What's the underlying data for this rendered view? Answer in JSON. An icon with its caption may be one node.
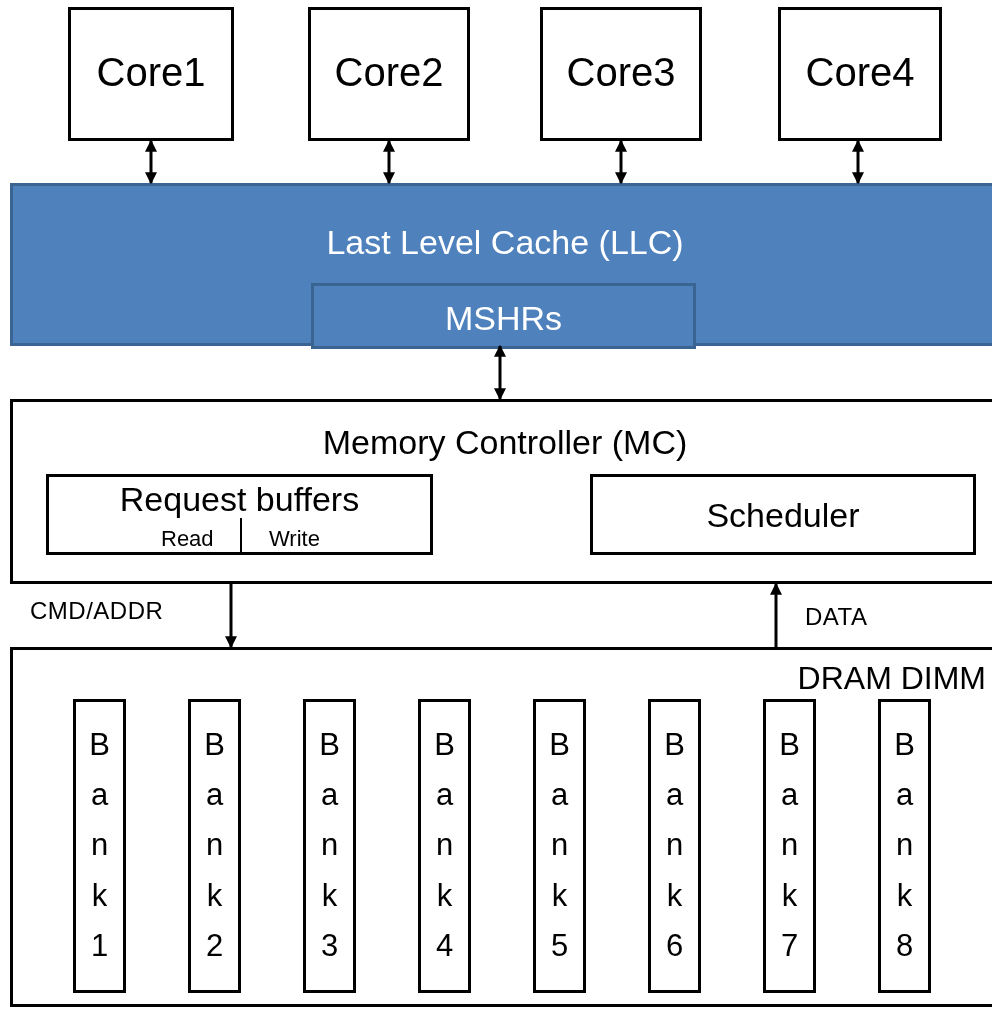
{
  "diagram": {
    "nodes": [
      {
        "text": [
          "Core1"
        ]
      },
      {
        "text": [
          "Core2"
        ]
      },
      {
        "text": [
          "Core3"
        ]
      },
      {
        "text": [
          "Core4"
        ]
      },
      {
        "text": [
          "Last Level Cache (LLC)"
        ]
      },
      {
        "text": [
          "MSHRs"
        ],
        "in": 4
      },
      {
        "text": [
          "Memory Controller (MC)"
        ]
      },
      {
        "text": [
          "Request buffers",
          "Read",
          "Write"
        ],
        "in": 6
      },
      {
        "text": [
          "Scheduler"
        ],
        "in": 6
      },
      {
        "text": [
          "DRAM DIMM"
        ]
      },
      {
        "text": [
          "Bank1"
        ],
        "in": 9
      },
      {
        "text": [
          "Bank2"
        ],
        "in": 9
      },
      {
        "text": [
          "Bank3"
        ],
        "in": 9
      },
      {
        "text": [
          "Bank4"
        ],
        "in": 9
      },
      {
        "text": [
          "Bank5"
        ],
        "in": 9
      },
      {
        "text": [
          "Bank6"
        ],
        "in": 9
      },
      {
        "text": [
          "Bank7"
        ],
        "in": 9
      },
      {
        "text": [
          "Bank8"
        ],
        "in": 9
      }
    ],
    "edges": [
      {
        "from": 0,
        "to": 4,
        "arrow": "both"
      },
      {
        "from": 1,
        "to": 4,
        "arrow": "both"
      },
      {
        "from": 2,
        "to": 4,
        "arrow": "both"
      },
      {
        "from": 3,
        "to": 4,
        "arrow": "both"
      },
      {
        "from": 5,
        "to": 6,
        "arrow": "both"
      },
      {
        "from": 6,
        "to": 9,
        "arrow": "to",
        "label": "CMD/ADDR"
      },
      {
        "from": 9,
        "to": 6,
        "arrow": "to",
        "label": "DATA"
      }
    ]
  }
}
